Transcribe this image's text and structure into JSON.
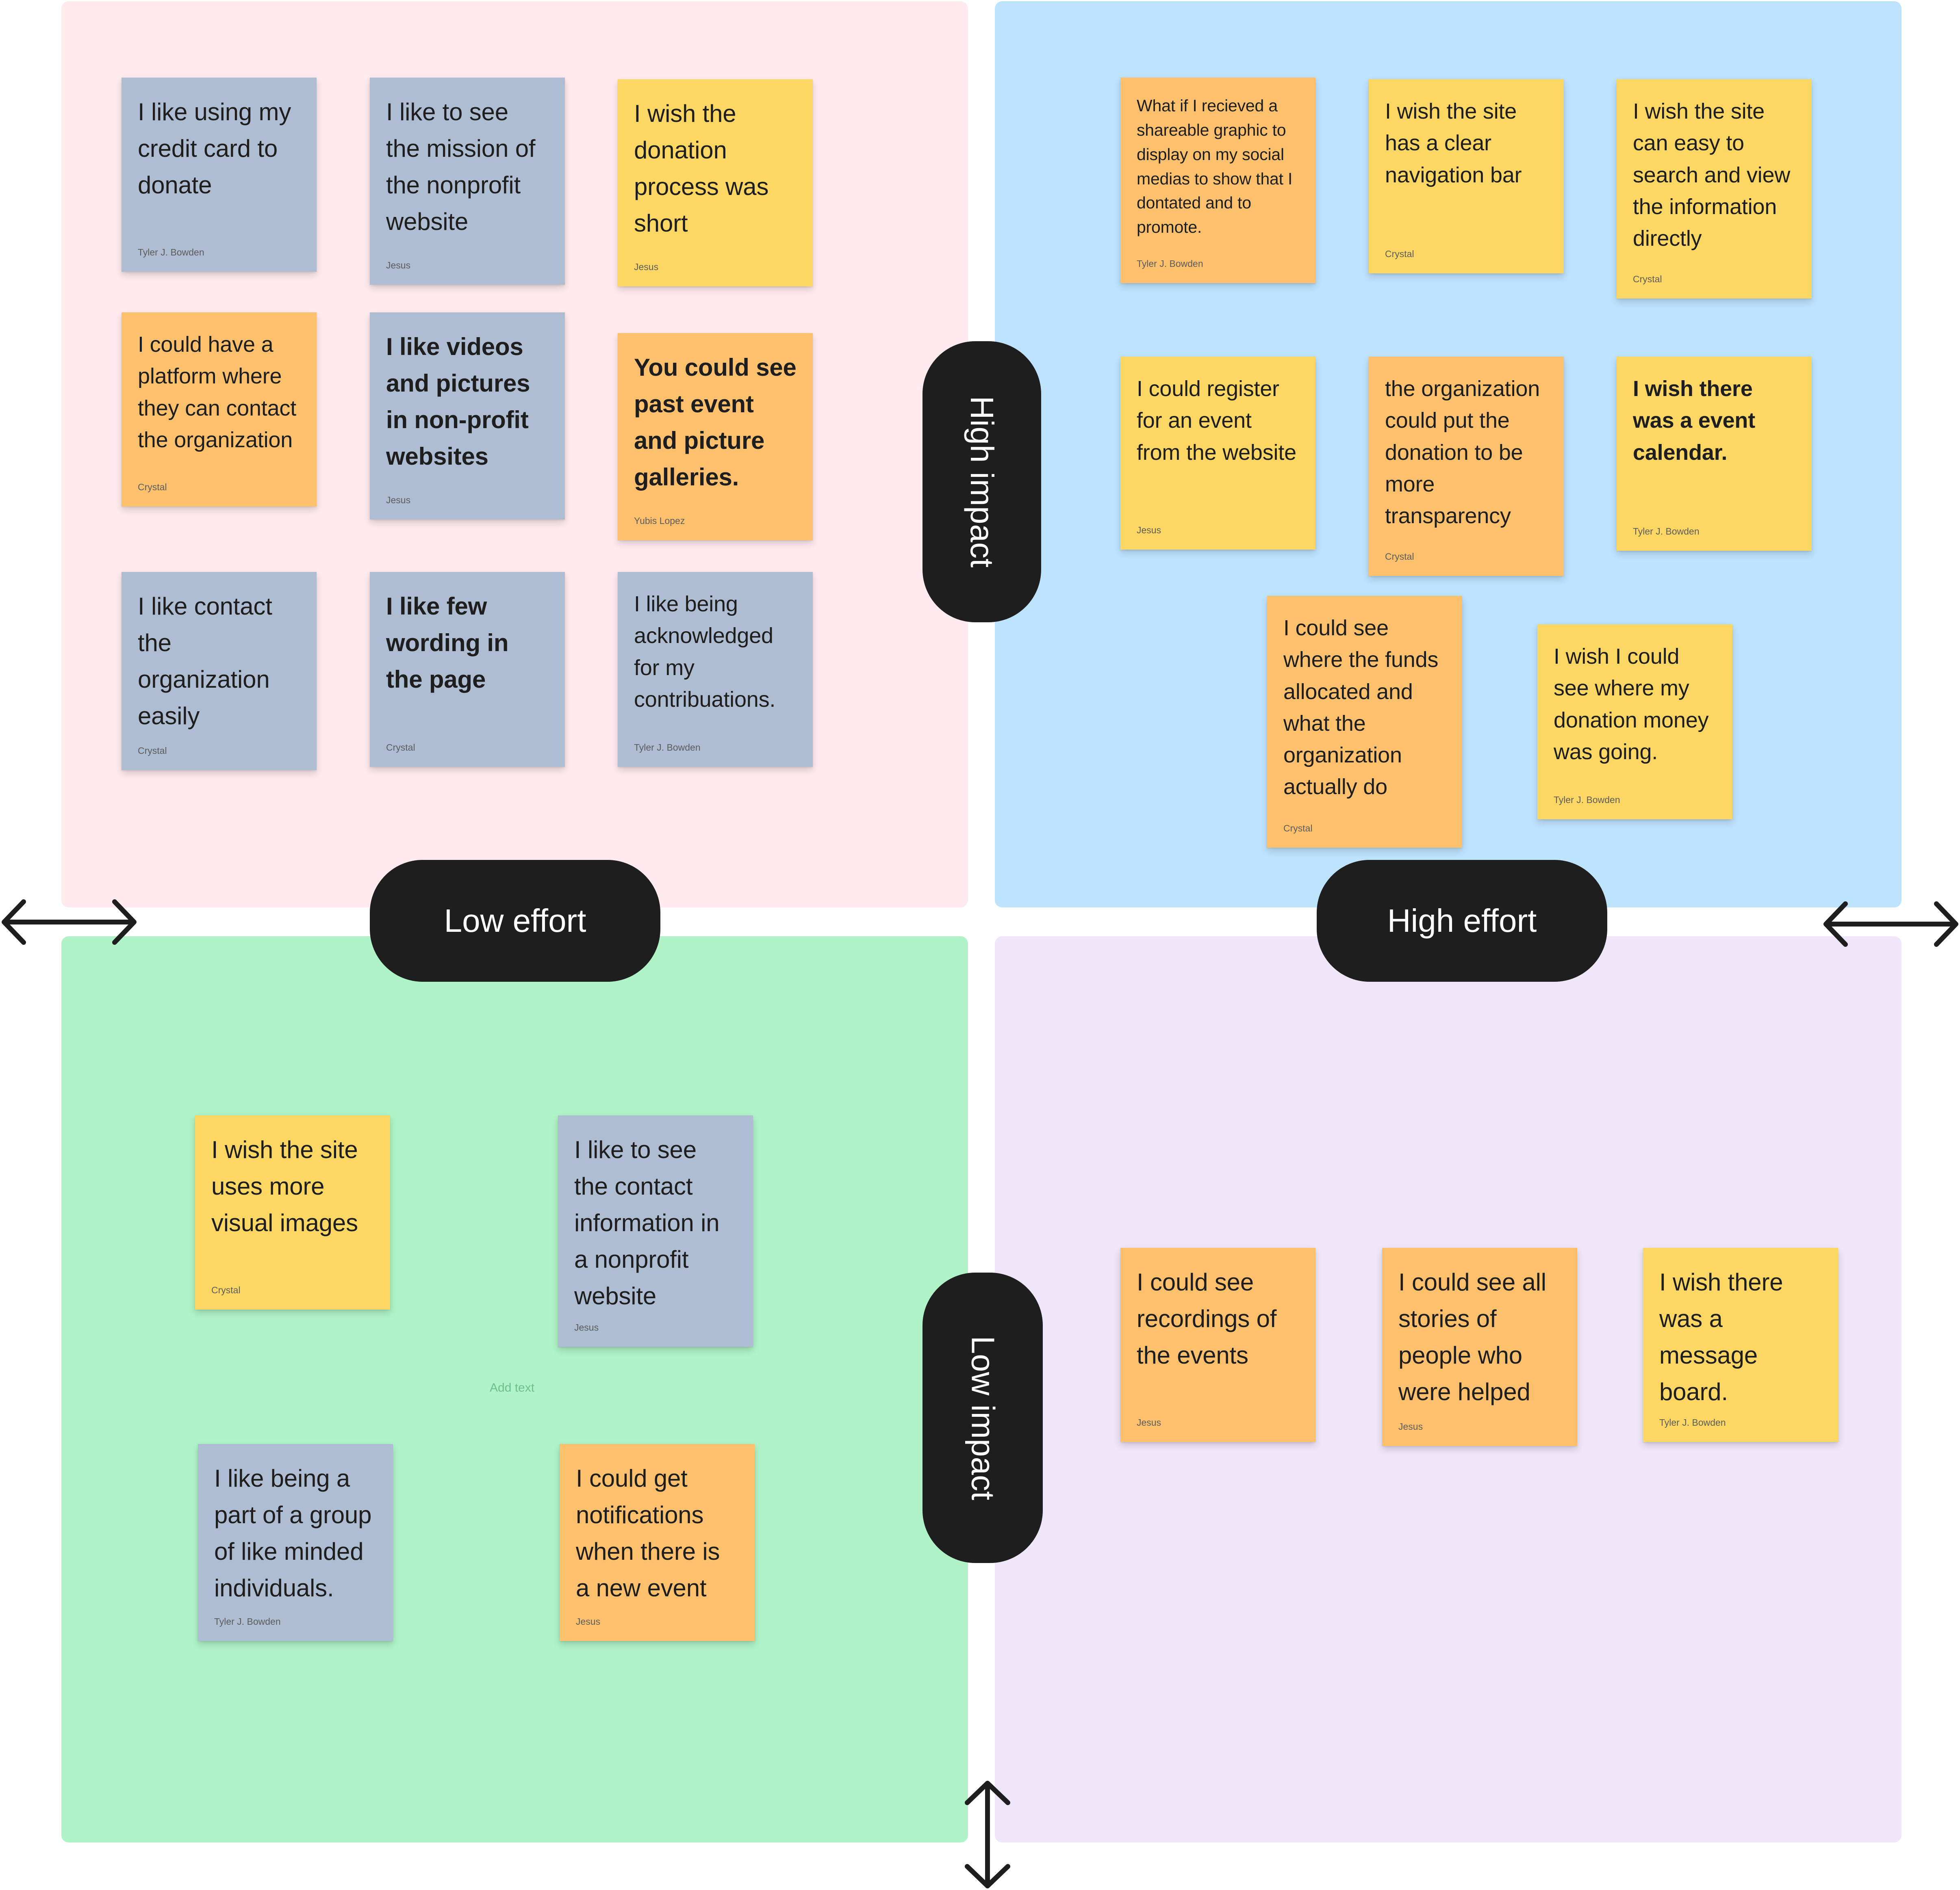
{
  "axes": {
    "high_impact": "High impact",
    "low_impact": "Low impact",
    "low_effort": "Low effort",
    "high_effort": "High effort"
  },
  "colors": {
    "quadrant_low_effort_high_impact": "#ffebee",
    "quadrant_high_effort_high_impact": "#bee3fd",
    "quadrant_low_effort_low_impact": "#aff3c7",
    "quadrant_high_effort_low_impact": "#efe6f9",
    "sticky_gray": "#afbdd2",
    "sticky_yellow": "#fdd764",
    "sticky_orange": "#fdc16e",
    "label_pill": "#1e1e1e"
  },
  "quadrants": {
    "low_effort_high_impact": {
      "notes": [
        {
          "text": "I like using my credit card to donate",
          "author": "Tyler J. Bowden",
          "color": "gray"
        },
        {
          "text": "I like to see the mission of the nonprofit website",
          "author": "Jesus",
          "color": "gray"
        },
        {
          "text": "I wish the donation process was short",
          "author": "Jesus",
          "color": "yellow"
        },
        {
          "text": "I could have a platform where they can contact the organization",
          "author": "Crystal",
          "color": "orange"
        },
        {
          "text": "I like videos and pictures in non-profit websites",
          "author": "Jesus",
          "color": "gray"
        },
        {
          "text": "You could see past event and picture galleries.",
          "author": "Yubis Lopez",
          "color": "orange"
        },
        {
          "text": "I like contact the organization easily",
          "author": "Crystal",
          "color": "gray"
        },
        {
          "text": "I like few wording in the page",
          "author": "Crystal",
          "color": "gray"
        },
        {
          "text": "I like being acknowledged for my contribuations.",
          "author": "Tyler J. Bowden",
          "color": "gray"
        }
      ]
    },
    "high_effort_high_impact": {
      "notes": [
        {
          "text": "What if I recieved a shareable graphic to display on my social medias to show that I dontated and to promote.",
          "author": "Tyler J. Bowden",
          "color": "orange"
        },
        {
          "text": "I wish the site has a clear navigation bar",
          "author": "Crystal",
          "color": "yellow"
        },
        {
          "text": "I wish the site can easy to search and view the information directly",
          "author": "Crystal",
          "color": "yellow"
        },
        {
          "text": "I could register for an event from the website",
          "author": "Jesus",
          "color": "yellow"
        },
        {
          "text": "the organization could put the donation to be more transparency",
          "author": "Crystal",
          "color": "orange"
        },
        {
          "text": "I wish there was a event calendar.",
          "author": "Tyler J. Bowden",
          "color": "yellow"
        },
        {
          "text": "I could see where the funds allocated and what the organization actually do",
          "author": "Crystal",
          "color": "orange"
        },
        {
          "text": "I wish I could see where my donation money was going.",
          "author": "Tyler J. Bowden",
          "color": "yellow"
        }
      ]
    },
    "low_effort_low_impact": {
      "notes": [
        {
          "text": "I wish the site uses more visual images",
          "author": "Crystal",
          "color": "yellow"
        },
        {
          "text": "I like to see the contact information in a nonprofit website",
          "author": "Jesus",
          "color": "gray"
        },
        {
          "text": "I like being a part of a group of like minded individuals.",
          "author": "Tyler J. Bowden",
          "color": "gray"
        },
        {
          "text": "I could get notifications when there is a new event",
          "author": "Jesus",
          "color": "orange"
        }
      ],
      "placeholder": "Add text"
    },
    "high_effort_low_impact": {
      "notes": [
        {
          "text": "I could see recordings of the events",
          "author": "Jesus",
          "color": "orange"
        },
        {
          "text": "I could see all stories of people who were helped",
          "author": "Jesus",
          "color": "orange"
        },
        {
          "text": "I wish there was a message board.",
          "author": "Tyler J. Bowden",
          "color": "yellow"
        }
      ]
    }
  }
}
